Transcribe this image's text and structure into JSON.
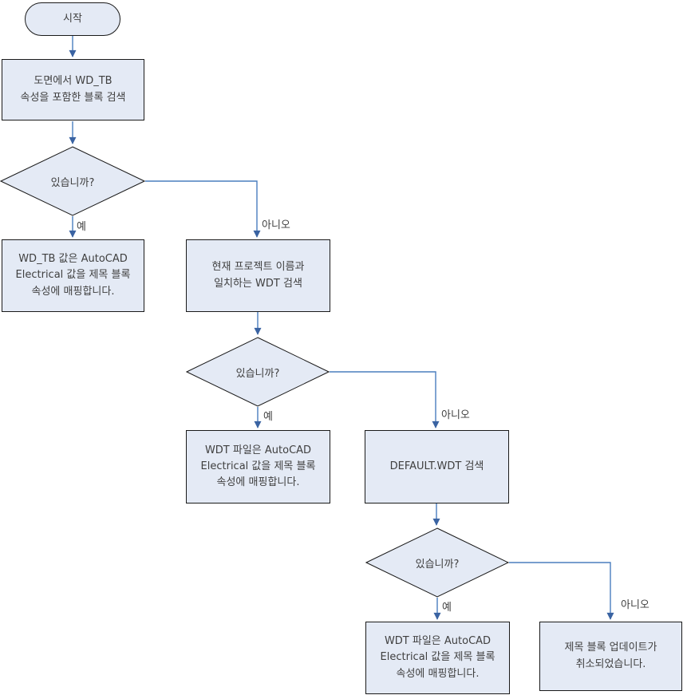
{
  "colors": {
    "background": "#ffffff",
    "shape_fill": "#e4eaf5",
    "shape_border": "#1a1a1a",
    "connector": "#4a7ebe",
    "arrowhead": "#3a63a2",
    "text": "#3f3f3f"
  },
  "nodes": {
    "start": {
      "label": "시작"
    },
    "search_block": {
      "lines": [
        "도면에서 WD_TB",
        "속성을 포함한 블록 검색"
      ]
    },
    "decision1": {
      "label": "있습니까?"
    },
    "map_wd_tb": {
      "lines": [
        "WD_TB 값은 AutoCAD",
        "Electrical 값을 제목 블록",
        "속성에 매핑합니다."
      ]
    },
    "search_project_wdt": {
      "lines": [
        "현재 프로젝트 이름과",
        "일치하는 WDT 검색"
      ]
    },
    "decision2": {
      "label": "있습니까?"
    },
    "map_wdt_file1": {
      "lines": [
        "WDT 파일은 AutoCAD",
        "Electrical 값을 제목 블록",
        "속성에 매핑합니다."
      ]
    },
    "search_default_wdt": {
      "lines": [
        "DEFAULT.WDT 검색"
      ]
    },
    "decision3": {
      "label": "있습니까?"
    },
    "map_wdt_file2": {
      "lines": [
        "WDT 파일은 AutoCAD",
        "Electrical 값을 제목 블록",
        "속성에 매핑합니다."
      ]
    },
    "update_cancelled": {
      "lines": [
        "제목 블록 업데이트가",
        "취소되었습니다."
      ]
    }
  },
  "edge_labels": {
    "yes1": "예",
    "no1": "아니오",
    "yes2": "예",
    "no2": "아니오",
    "yes3": "예",
    "no3": "아니오"
  }
}
